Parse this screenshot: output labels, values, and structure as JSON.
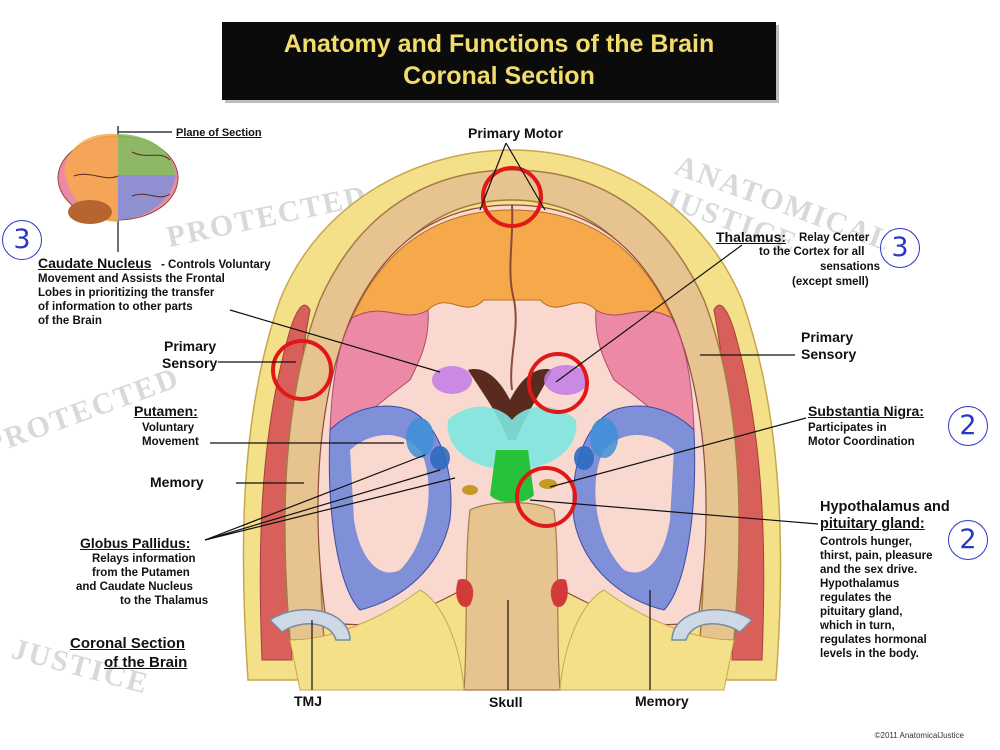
{
  "title": {
    "line1": "Anatomy and Functions of the Brain",
    "line2": "Coronal Section"
  },
  "labels": {
    "plane_of_section": "Plane of Section",
    "primary_motor": "Primary Motor",
    "caudate_nucleus_title": "Caudate Nucleus",
    "caudate_nucleus_desc": "- Controls Voluntary",
    "caudate_nucleus_desc2": "Movement and Assists the Frontal",
    "caudate_nucleus_desc3": "Lobes in prioritizing the transfer",
    "caudate_nucleus_desc4": "of information to other parts",
    "caudate_nucleus_desc5": "of the Brain",
    "primary_sensory_left_1": "Primary",
    "primary_sensory_left_2": "Sensory",
    "putamen_title": "Putamen:",
    "putamen_desc1": "Voluntary",
    "putamen_desc2": "Movement",
    "memory_left": "Memory",
    "globus_pallidus_title": "Globus Pallidus:",
    "globus_desc1": "Relays information",
    "globus_desc2": "from the Putamen",
    "globus_desc3": "and Caudate Nucleus",
    "globus_desc4": "to the Thalamus",
    "coronal_section_1": "Coronal Section",
    "coronal_section_2": "of the Brain",
    "tmj": "TMJ",
    "skull": "Skull",
    "memory_bottom": "Memory",
    "thalamus_title": "Thalamus:",
    "thalamus_desc1": "Relay Center",
    "thalamus_desc2": "to the Cortex for all",
    "thalamus_desc3": "sensations",
    "thalamus_desc4": "(except smell)",
    "primary_sensory_right_1": "Primary",
    "primary_sensory_right_2": "Sensory",
    "substantia_title": "Substantia Nigra:",
    "substantia_desc1": "Participates in",
    "substantia_desc2": "Motor Coordination",
    "hypo_title1": "Hypothalamus and",
    "hypo_title2": "pituitary gland:",
    "hypo_desc1": "Controls hunger,",
    "hypo_desc2": "thirst, pain, pleasure",
    "hypo_desc3": "and the sex drive.",
    "hypo_desc4": "Hypothalamus",
    "hypo_desc5": "regulates the",
    "hypo_desc6": "pituitary gland,",
    "hypo_desc7": "which in turn,",
    "hypo_desc8": "regulates hormonal",
    "hypo_desc9": "levels in the body."
  },
  "annotations": {
    "num_left_caudate": "3",
    "num_thalamus": "3",
    "num_substantia": "2",
    "num_hypothalamus": "2"
  },
  "copyright": "©2011 AnatomicalJustice",
  "colors": {
    "title_bg": "#0b0b0b",
    "title_text": "#f2dc6b",
    "annotation_blue": "#2a36c9",
    "highlight_red": "#e01818",
    "cortex_orange": "#f6a94a",
    "cortex_pink": "#ec8aa6",
    "cortex_blue": "#7f8fd8",
    "white_matter": "#f9d9cf",
    "skull_tan": "#e7c38f",
    "scalp_yellow": "#f5e08a",
    "muscle_red": "#d9605a"
  }
}
